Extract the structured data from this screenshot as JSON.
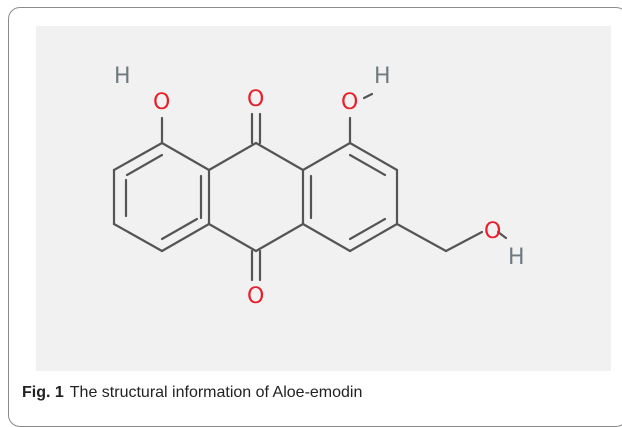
{
  "figure": {
    "label": "Fig. 1",
    "caption": "The structural information of Aloe-emodin"
  },
  "molecule": {
    "atoms": {
      "o1": "O",
      "h1": "H",
      "o2": "O",
      "o3": "O",
      "h3": "H",
      "o4": "O",
      "o5": "O",
      "h5": "H"
    }
  },
  "colors": {
    "oxygen": "#e8202a",
    "hydrogen": "#6f7a7f",
    "bond": "#555555",
    "image_background": "#f1f1f1"
  }
}
